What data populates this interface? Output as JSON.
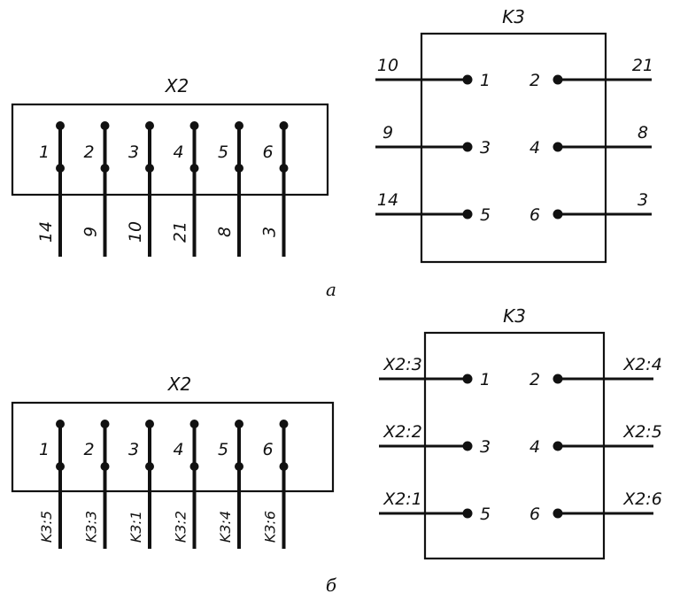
{
  "diagram_a": {
    "caption": "а",
    "x2": {
      "title": "X2",
      "pins": [
        "1",
        "2",
        "3",
        "4",
        "5",
        "6"
      ],
      "wires": [
        "14",
        "9",
        "10",
        "21",
        "8",
        "3"
      ]
    },
    "k3": {
      "title": "K3",
      "left": [
        {
          "pin": "1",
          "wire": "10"
        },
        {
          "pin": "3",
          "wire": "9"
        },
        {
          "pin": "5",
          "wire": "14"
        }
      ],
      "right": [
        {
          "pin": "2",
          "wire": "21"
        },
        {
          "pin": "4",
          "wire": "8"
        },
        {
          "pin": "6",
          "wire": "3"
        }
      ]
    }
  },
  "diagram_b": {
    "caption": "б",
    "x2": {
      "title": "X2",
      "pins": [
        "1",
        "2",
        "3",
        "4",
        "5",
        "6"
      ],
      "wires": [
        "K3:5",
        "K3:3",
        "K3:1",
        "K3:2",
        "K3:4",
        "K3:6"
      ]
    },
    "k3": {
      "title": "K3",
      "left": [
        {
          "pin": "1",
          "wire": "X2:3"
        },
        {
          "pin": "3",
          "wire": "X2:2"
        },
        {
          "pin": "5",
          "wire": "X2:1"
        }
      ],
      "right": [
        {
          "pin": "2",
          "wire": "X2:4"
        },
        {
          "pin": "4",
          "wire": "X2:5"
        },
        {
          "pin": "6",
          "wire": "X2:6"
        }
      ]
    }
  }
}
